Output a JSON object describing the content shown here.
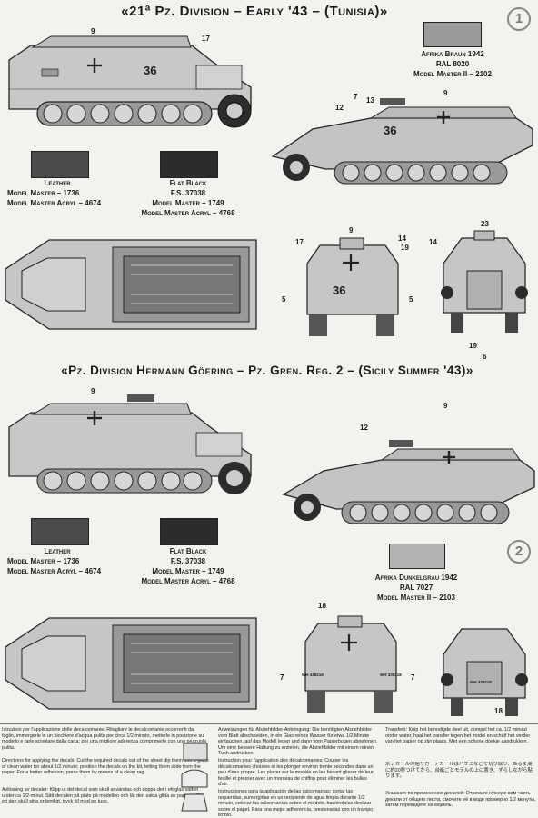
{
  "section1": {
    "title": "«21ª Pz. Division – Early '43 – (Tunisia)»",
    "corner_number": "1",
    "paints": {
      "leather": {
        "name": "Leather",
        "line1": "Model Master – 1736",
        "line2": "Model Master Acryl – 4674",
        "color": "#4a4a4a"
      },
      "flat_black": {
        "name": "Flat Black",
        "line1": "F.S. 37038",
        "line2": "Model Master – 1749",
        "line3": "Model Master Acryl – 4768",
        "color": "#2c2c2c"
      },
      "afrika": {
        "name": "Afrika Braun 1942",
        "line1": "RAL 8020",
        "line2": "Model Master II – 2102",
        "color": "#9a9a9a"
      }
    },
    "callouts": [
      "17",
      "9",
      "36",
      "12",
      "7",
      "13",
      "9",
      "36",
      "9",
      "14",
      "19",
      "17",
      "5",
      "5",
      "36",
      "23",
      "14",
      "19",
      "6"
    ]
  },
  "section2": {
    "title": "«Pz. Division Hermann Göering – Pz. Gren. Reg. 2 – (Sicily Summer '43)»",
    "corner_number": "2",
    "paints": {
      "leather": {
        "name": "Leather",
        "line1": "Model Master – 1736",
        "line2": "Model Master Acryl – 4674",
        "color": "#4a4a4a"
      },
      "flat_black": {
        "name": "Flat Black",
        "line1": "F.S. 37038",
        "line2": "Model Master – 1749",
        "line3": "Model Master Acryl – 4768",
        "color": "#2c2c2c"
      },
      "afrika": {
        "name": "Afrika Dunkelgrau 1942",
        "line1": "RAL 7027",
        "line2": "Model Master II – 2103",
        "color": "#b4b4b4"
      }
    },
    "callouts": [
      "9",
      "9",
      "12",
      "18",
      "7",
      "7",
      "18"
    ],
    "plates": [
      "WH 338218",
      "WH 338218",
      "WH 338218"
    ]
  },
  "instructions": {
    "it": "Istruzioni per l'applicazione delle decalcomanie. Ritagliare le decalcomanie occorrenti dal foglio, immergerle in un bicchiere d'acqua pulita per circa 1/2 minuto, metterle in posizione sul modello e farle scivolare dalla carta; per una migliore aderenza comprimerle con una pezzuola pulita.",
    "en": "Directions for applying the decals: Cut the required decals out of the sheet dip them into a glass of clean water for about 1/2 minute; position the decals on the kit, letting them slide from the paper. For a better adhesion, press them by means of a clean rag.",
    "sv": "Avlösning av decaler: Klipp ut det decal som skall användas och doppa det i ett glas vatten under ca 1/2-minut. Sätt decalen på plats på modellen och låt den sakta glida av pappret. För ett den skall sitta ordentligt, tryck till med en tuss.",
    "de": "Anweisungen für Abziehbilder-Anbringung: Die benötigten Abziehbilder vom Blatt abschneiden, in ein Glas reines Wasser für etwa 1/2 Minute eintauchen, auf das Modell legen und dann vom Papierbogen abnehmen. Um eine bessere Haftung zu erzielen, die Abziehbilder mit einem reinen Tuch andrücken.",
    "fr": "Instruction pour l'application des décalcomanies. Couper les décalcomanies choisies et les plonger environ trente secondes dans un peu d'eau propre. Les placer sur le modèle en les faisant glisser de leur feuille et presser avec un morceau de chiffon pour éliminer les bulles d'air.",
    "es": "Instrucciones para la aplicación de las calcomanías: cortar las requeridas, sumergirlas en un recipiente de agua limpia durante 1/2 minuto, colocar las calcomanías sobre el modelo, haciéndolas deslizar sobre el papel. Para una mejor adherencia, presionarlas con un trampo limpio.",
    "nl": "Transfers: Knip het benodigde deel uit, dompel het ca. 1/2 minuut onder water, haal het transfer tegen het model en schuif het verder van het papier op zijn plaats. Met een schone doekje aandrukken.",
    "ja": "水デカールの貼り方　デカールはハサミなどで切り取り、ぬるま湯に約20秒つけてから、台紙ごとモデルの上に置き、ずらしながら貼ります。",
    "ru": "Указания по применению декалей: Отрежьте нужную вам часть декали от общего листа, смочите её в воде примерно 1/2 минуты, затем переведите на модель."
  }
}
